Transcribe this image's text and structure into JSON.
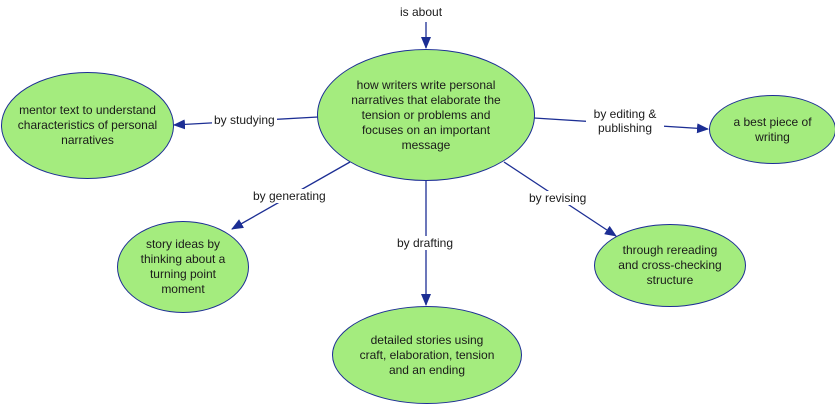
{
  "colors": {
    "node_fill": "#a4ec7e",
    "node_border": "#1c2e94",
    "link": "#1c2e94",
    "background": "#ffffff"
  },
  "top_label": "is about",
  "nodes": {
    "center": "how writers write personal narratives that elaborate the tension or problems and focuses on an important message",
    "mentor": "mentor text to understand characteristics of personal narratives",
    "best_piece": "a best piece of writing",
    "story_ideas": "story ideas by thinking about a turning point moment",
    "detailed_stories": "detailed stories using craft, elaboration, tension and an ending",
    "rereading": "through rereading and cross-checking structure"
  },
  "links": {
    "studying": "by studying",
    "editing": "by editing & publishing",
    "generating": "by generating",
    "drafting": "by drafting",
    "revising": "by revising"
  }
}
